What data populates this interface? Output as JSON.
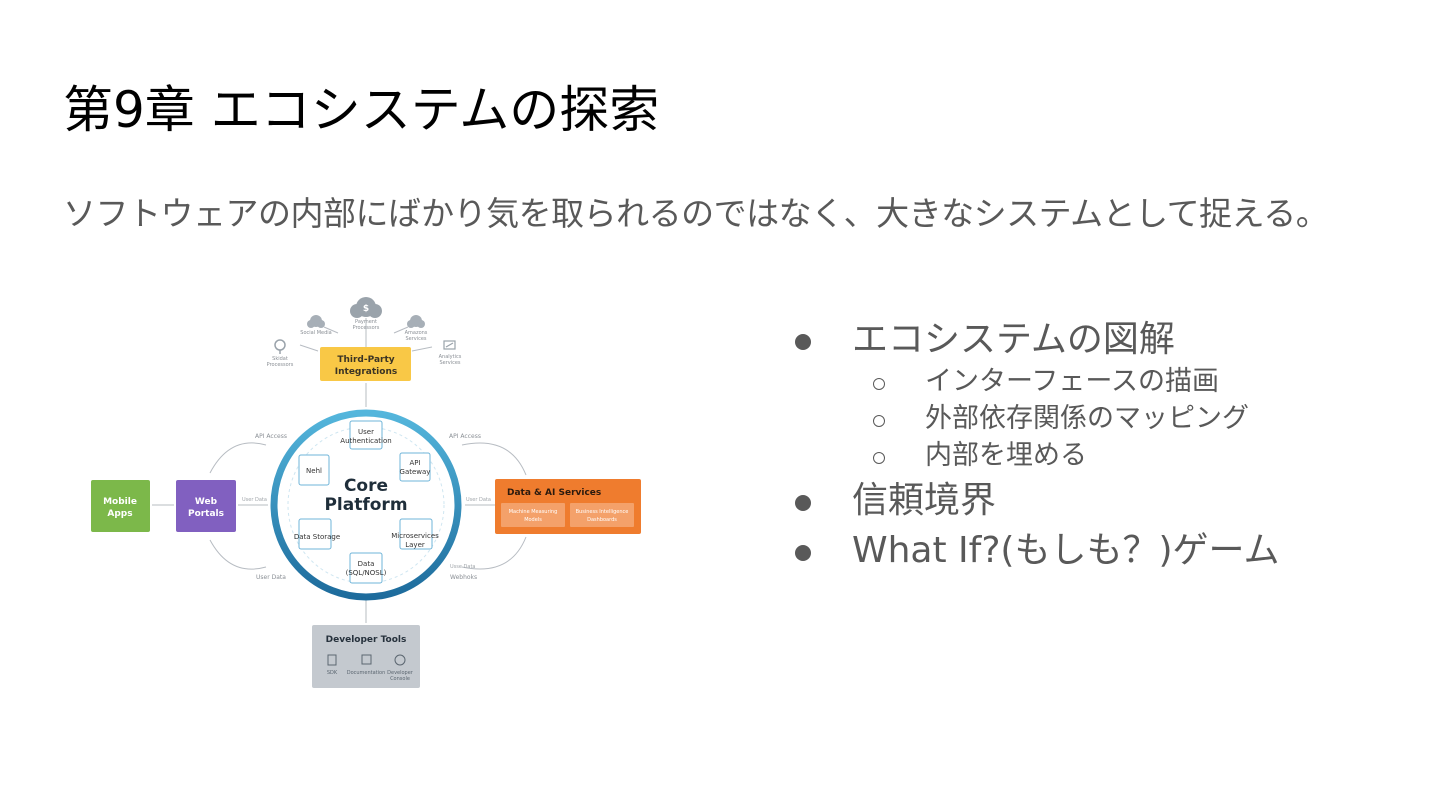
{
  "slide": {
    "title": "第9章 エコシステムの探索",
    "subtitle": "ソフトウェアの内部にばかり気を取られるのではなく、大きなシステムとして捉える。"
  },
  "diagram": {
    "core": {
      "line1": "Core",
      "line2": "Platform"
    },
    "ring_nodes": {
      "user_auth": [
        "User",
        "Authentication"
      ],
      "api_gateway": [
        "API",
        "Gateway"
      ],
      "nehl": "Nehl",
      "data_storage": "Data Storage",
      "microservices": [
        "Microservices",
        "Layer"
      ],
      "data_sql": [
        "Data",
        "(SQL/NOSL)"
      ]
    },
    "third_party": {
      "title": [
        "Third-Party",
        "Integrations"
      ],
      "icons": {
        "payment": [
          "Payment",
          "Processors"
        ],
        "social": "Social Media",
        "amazon": [
          "Amazons",
          "Services"
        ],
        "skidat": [
          "Skidat",
          "Processors"
        ],
        "analytics": [
          "Analytics",
          "Services"
        ]
      }
    },
    "mobile": [
      "Mobile",
      "Apps"
    ],
    "web": [
      "Web",
      "Portals"
    ],
    "data_ai": {
      "title": "Data & AI Services",
      "ml": [
        "Machine Measuring",
        "Models"
      ],
      "bi": [
        "Business Intelligence",
        "Dashboards"
      ]
    },
    "developer_tools": {
      "title": "Developer Tools",
      "sdk": "SDK",
      "documentation": "Documentation",
      "console": [
        "Developer",
        "Console"
      ]
    },
    "edge_labels": {
      "api_access_left": "API Access",
      "api_access_right": "API Access",
      "user_data_left_top": "User Data",
      "user_data_left_bottom": "User Data",
      "user_data_right_top": "User Data",
      "user_data_right_bottom": "Usse Data",
      "webhooks": "Webhoks"
    }
  },
  "bullets": [
    {
      "text": "エコシステムの図解",
      "children": [
        "インターフェースの描画",
        "外部依存関係のマッピング",
        "内部を埋める"
      ]
    },
    {
      "text": "信頼境界",
      "children": []
    },
    {
      "text": "What If?(もしも？)ゲーム",
      "children": []
    }
  ],
  "colors": {
    "title": "#000000",
    "body_text": "#595959",
    "ring": "#2a8fc0",
    "third_party": "#f9c846",
    "mobile": "#7cb84a",
    "web": "#8160c0",
    "data_ai": "#ef7c2e",
    "developer_tools": "#c4c9cf"
  }
}
